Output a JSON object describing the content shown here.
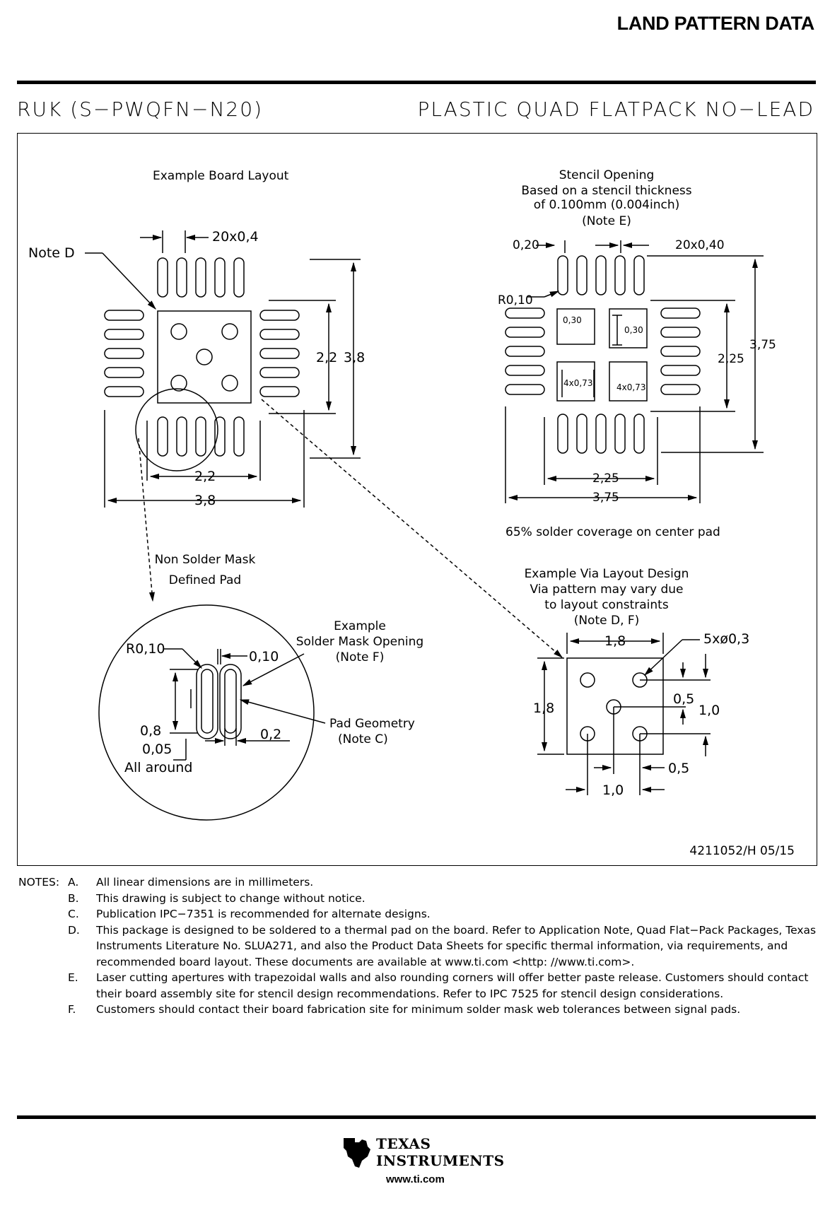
{
  "header": {
    "title": "LAND PATTERN DATA",
    "package_code": "RUK (S−PWQFN−N20)",
    "package_name": "PLASTIC QUAD FLATPACK NO−LEAD"
  },
  "board_layout": {
    "title": "Example Board Layout",
    "note_d": "Note D",
    "pitch": "20x0,4",
    "inner_v": "2,2",
    "outer_v": "3,8",
    "inner_h": "2,2",
    "outer_h": "3,8"
  },
  "stencil": {
    "title_lines": [
      "Stencil Opening",
      "Based on a stencil thickness",
      "of 0.100mm (0.004inch)",
      "(Note E)"
    ],
    "gap": "0,20",
    "pitch": "20x0,40",
    "radius": "R0,10",
    "win_a": "0,30",
    "win_b": "0,30",
    "win_c": "4x0,73",
    "win_d": "4x0,73",
    "inner_v": "2,25",
    "outer_v": "3,75",
    "inner_h": "2,25",
    "outer_h": "3,75",
    "coverage": "65% solder coverage on center pad"
  },
  "nsmd": {
    "title_lines": [
      "Non Solder Mask",
      "Defined Pad"
    ],
    "radius": "R0,10",
    "gap": "0,10",
    "length": "0,8",
    "clearance": "0,05",
    "all_around": "All around",
    "width": "0,2",
    "mask_lines": [
      "Example",
      "Solder Mask Opening",
      "(Note F)"
    ],
    "pad_lines": [
      "Pad Geometry",
      "(Note C)"
    ]
  },
  "via": {
    "title_lines": [
      "Example Via Layout Design",
      "Via pattern may vary due",
      "to layout constraints",
      "(Note D, F)"
    ],
    "width": "1,8",
    "height": "1,8",
    "holes": "5xø0,3",
    "v_half": "0,5",
    "v_full": "1,0",
    "h_half": "0,5",
    "h_full": "1,0"
  },
  "drawing_id": "4211052/H   05/15",
  "notes": {
    "heading": "NOTES:",
    "items": [
      {
        "letter": "A.",
        "text": "All linear dimensions are in millimeters."
      },
      {
        "letter": "B.",
        "text": "This drawing is subject to change without notice."
      },
      {
        "letter": "C.",
        "text": "Publication IPC−7351 is recommended for alternate designs."
      },
      {
        "letter": "D.",
        "text": "This package is designed to be soldered to a thermal pad on the board.  Refer to Application Note, Quad Flat−Pack Packages, Texas Instruments Literature No. SLUA271, and also the Product Data Sheets for specific thermal information, via requirements, and recommended board layout.  These documents are available at www.ti.com <http: //www.ti.com>."
      },
      {
        "letter": "E.",
        "text": "Laser cutting apertures with trapezoidal walls and also rounding corners will offer better paste release.  Customers should contact their board assembly site for stencil design recommendations.  Refer to IPC 7525 for stencil design considerations."
      },
      {
        "letter": "F.",
        "text": "Customers should contact their board fabrication site for minimum solder mask web tolerances between signal pads."
      }
    ]
  },
  "footer": {
    "brand_line1": "TEXAS",
    "brand_line2": "INSTRUMENTS",
    "url": "www.ti.com"
  }
}
